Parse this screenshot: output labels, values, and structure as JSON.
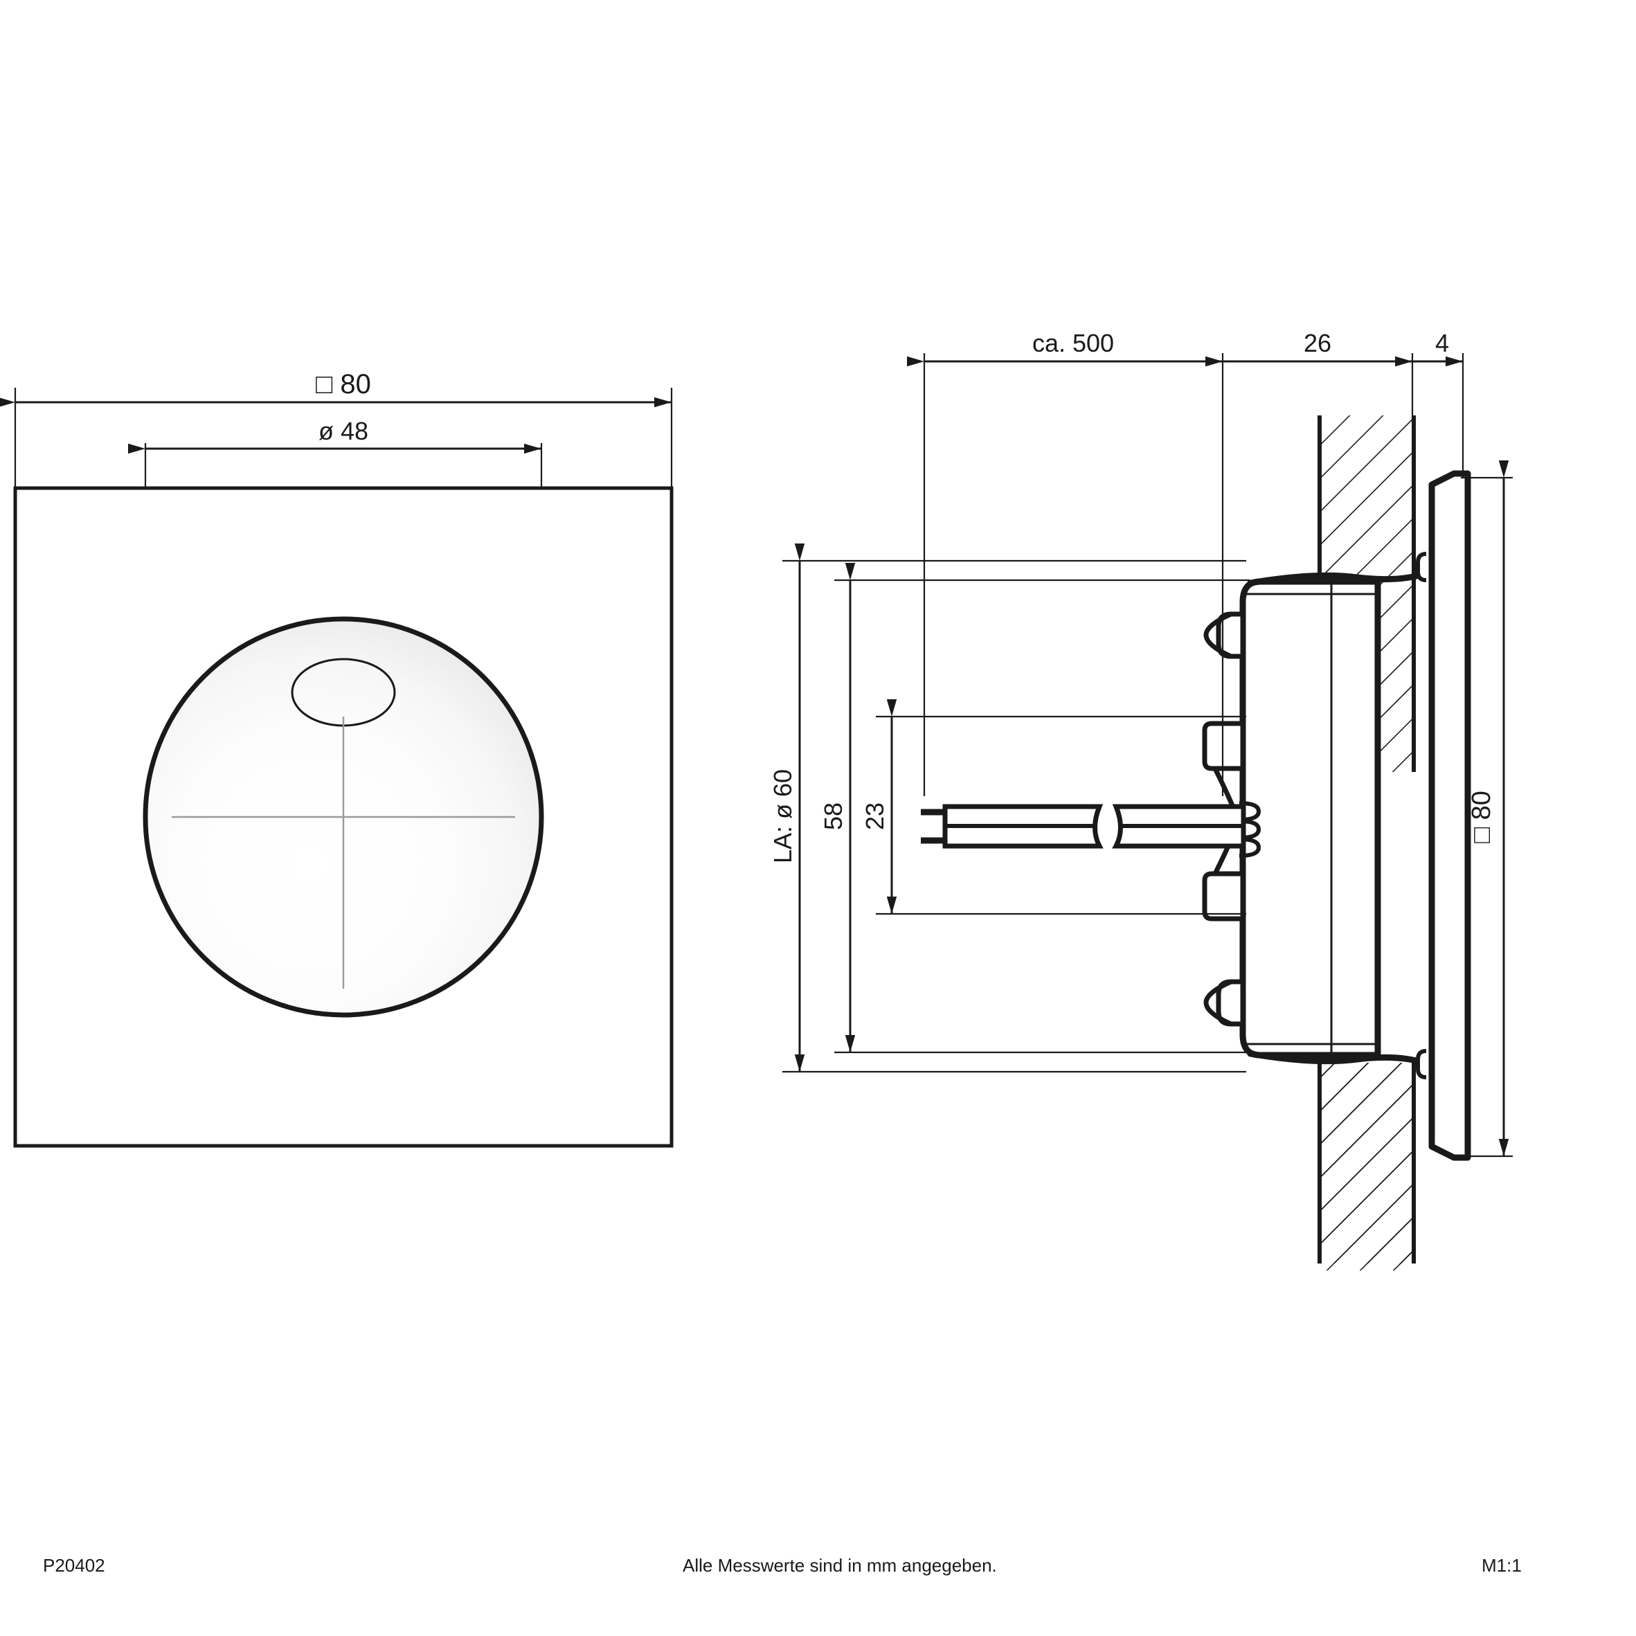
{
  "drawing": {
    "title": "Technical dimension drawing - recessed wall luminaire",
    "units_note": "Alle Messwerte sind in mm angegeben.",
    "part_number": "P20402",
    "scale": "M1:1",
    "line_color": "#1a1a1a",
    "hatch_color": "#1a1a1a",
    "background": "#ffffff"
  },
  "front_view": {
    "name": "front-view",
    "outer_dimension_label": "□ 80",
    "inner_dimension_label": "ø 48",
    "square_side_mm": 80,
    "dome_diameter_mm": 48,
    "has_centre_cross": true,
    "has_highlight_ellipse": true
  },
  "side_view": {
    "name": "side-section-view",
    "horizontal_dimensions": [
      {
        "label": "ca. 500",
        "value_mm": 500,
        "approximate": true
      },
      {
        "label": "26",
        "value_mm": 26,
        "approximate": false
      },
      {
        "label": "4",
        "value_mm": 4,
        "approximate": false
      }
    ],
    "vertical_dimensions_left": [
      {
        "label": "LA: ø 60",
        "value_mm": 60,
        "note": "cut-out diameter"
      },
      {
        "label": "58",
        "value_mm": 58
      },
      {
        "label": "23",
        "value_mm": 23
      }
    ],
    "vertical_dimension_right": {
      "label": "□ 80",
      "value_mm": 80
    },
    "wall_hatched": true,
    "cable_break_symbol": true
  }
}
